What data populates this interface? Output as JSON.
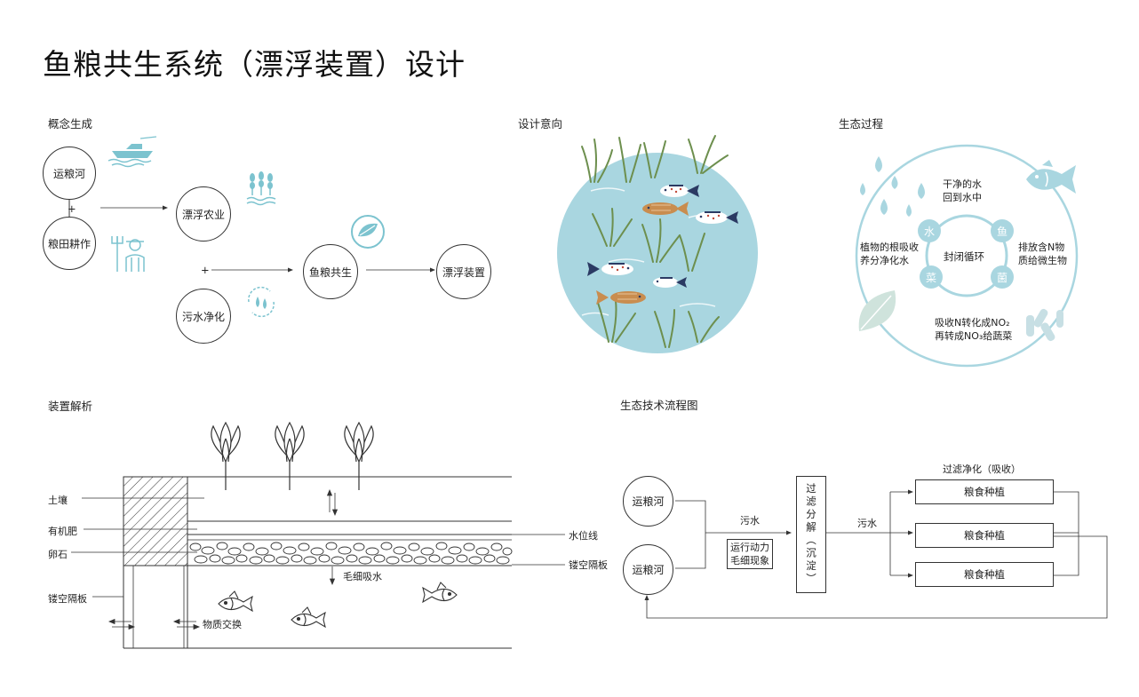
{
  "title": "鱼粮共生系统（漂浮装置）设计",
  "sections": {
    "concept": "概念生成",
    "intent": "设计意向",
    "eco_process": "生态过程",
    "device": "装置解析",
    "flow": "生态技术流程图"
  },
  "concept": {
    "canal": "运粮河",
    "farming": "粮田耕作",
    "float_agri": "漂浮农业",
    "sewage": "污水净化",
    "symbiosis": "鱼粮共生",
    "float_device": "漂浮装置",
    "plus1": "+",
    "plus2": "+"
  },
  "eco": {
    "clean_water": "干净的水\n回到水中",
    "closed_loop": "封闭循环",
    "plant_roots": "植物的根吸收\n养分净化水",
    "release_n": "排放含N物\n质给微生物",
    "absorb_n": "吸收N转化成NO₂\n再转成NO₃给蔬菜",
    "node_water": "水",
    "node_fish": "鱼",
    "node_veg": "菜",
    "node_bac": "菌"
  },
  "device": {
    "soil": "土壤",
    "fertilizer": "有机肥",
    "pebble": "卵石",
    "hollow_left": "镂空隔板",
    "water_line": "水位线",
    "hollow_right": "镂空隔板",
    "capillary": "毛细吸水",
    "exchange": "物质交换"
  },
  "flow": {
    "canal_top": "运粮河",
    "canal_bottom": "运粮河",
    "sewage1": "污水",
    "sewage2": "污水",
    "drive": "运行动力\n毛细现象",
    "filter": "过滤分解（沉淀）",
    "purify": "过滤净化（吸收）",
    "plant1": "粮食种植",
    "plant2": "粮食种植",
    "plant3": "粮食种植"
  },
  "colors": {
    "water_blue": "#a9d6e0",
    "icon_blue": "#7cc3cf",
    "line": "#333333",
    "fish_orange": "#c98d4f",
    "fish_navy": "#2b3a63",
    "reed_green": "#6d8f4e"
  },
  "icons": [
    "boat-icon",
    "wheat-icon",
    "farmer-icon",
    "leaf-ball-icon",
    "water-cycle-icon",
    "fish-icon",
    "leaf-icon",
    "bacteria-icon",
    "water-drops-icon"
  ]
}
